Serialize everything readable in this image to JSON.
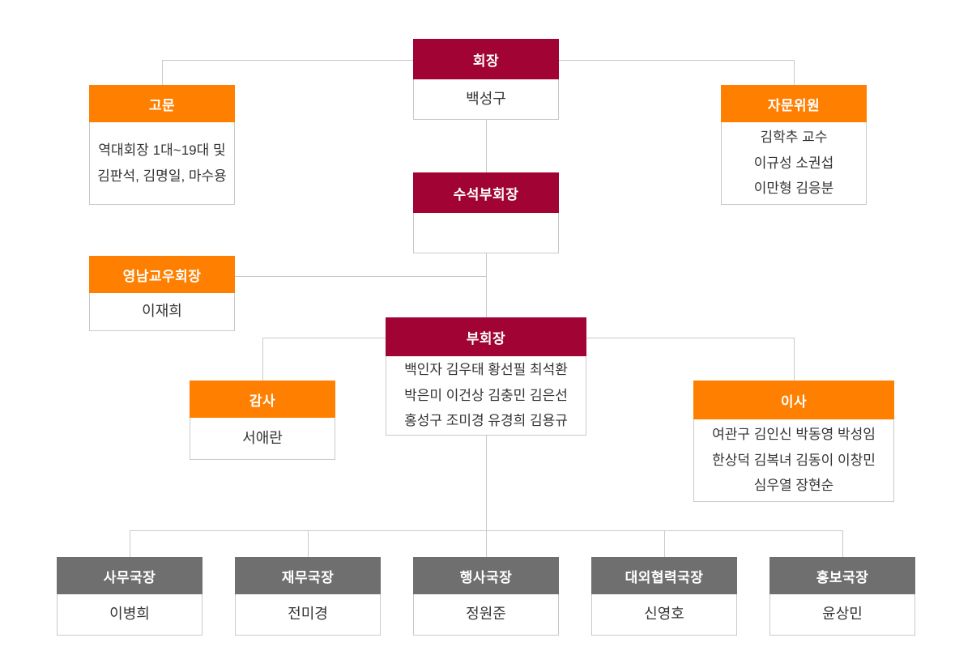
{
  "colors": {
    "header_maroon": "#a00334",
    "header_orange": "#ff7f00",
    "header_gray": "#6f6f6f",
    "border_line": "#c9c9c9",
    "body_text": "#333333",
    "header_text": "#ffffff",
    "background": "#ffffff"
  },
  "nodes": {
    "chairman": {
      "title": "회장",
      "line1": "백성구"
    },
    "advisors": {
      "title": "고문",
      "line1": "역대회장 1대~19대 및",
      "line2": "김판석, 김명일, 마수용"
    },
    "advisory_committee": {
      "title": "자문위원",
      "line1": "김학추 교수",
      "line2": "이규성 소권섭",
      "line3": "이만형 김응분"
    },
    "senior_vice_chairman": {
      "title": "수석부회장"
    },
    "yeongnam_alumni_president": {
      "title": "영남교우회장",
      "line1": "이재희"
    },
    "vice_chairman": {
      "title": "부회장",
      "line1": "백인자 김우태 황선필 최석환",
      "line2": "박은미 이건상 김충민 김은선",
      "line3": "홍성구 조미경 유경희 김용규"
    },
    "auditor": {
      "title": "감사",
      "line1": "서애란"
    },
    "directors": {
      "title": "이사",
      "line1": "여관구 김인신 박동영 박성임",
      "line2": "한상덕 김복녀 김동이 이창민",
      "line3": "심우열 장현순"
    },
    "secretary_general": {
      "title": "사무국장",
      "line1": "이병희"
    },
    "finance_director": {
      "title": "재무국장",
      "line1": "전미경"
    },
    "events_director": {
      "title": "행사국장",
      "line1": "정원준"
    },
    "external_cooperation_director": {
      "title": "대외협력국장",
      "line1": "신영호"
    },
    "pr_director": {
      "title": "홍보국장",
      "line1": "윤상민"
    }
  }
}
